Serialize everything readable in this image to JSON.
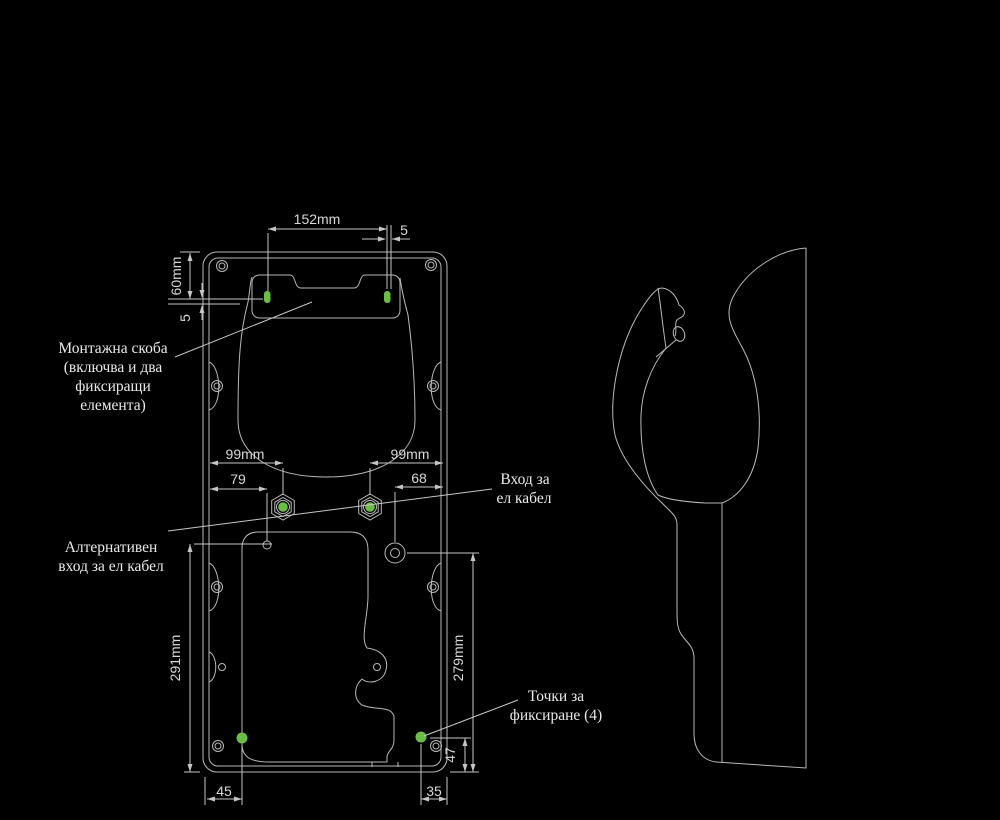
{
  "colors": {
    "background": "#000000",
    "line": "#b9b9b9",
    "dimension_line": "#c6c6c6",
    "text": "#d8d8d8",
    "label_text": "#e9e9e9",
    "accent_green": "#6abe45"
  },
  "backplate": {
    "labels": {
      "bracket_l1": "Монтажна скоба",
      "bracket_l2": "(включва и два",
      "bracket_l3": "фиксиращи",
      "bracket_l4": "елемента)",
      "cable_entry_l1": "Вход за",
      "cable_entry_l2": "ел кабел",
      "alt_entry_l1": "Алтернативен",
      "alt_entry_l2": "вход за ел кабел",
      "fixing_points_l1": "Точки за",
      "fixing_points_l2": "фиксиране (4)"
    },
    "dims": {
      "top_width": "152mm",
      "top_offset": "5",
      "bracket_height": "60mm",
      "bracket_offset": "5",
      "entry_left": "99mm",
      "entry_right": "99mm",
      "hole_left": "79",
      "hole_right": "68",
      "height_left": "291mm",
      "height_right": "279mm",
      "corner_right": "47",
      "foot_left": "45",
      "foot_right": "35"
    }
  }
}
